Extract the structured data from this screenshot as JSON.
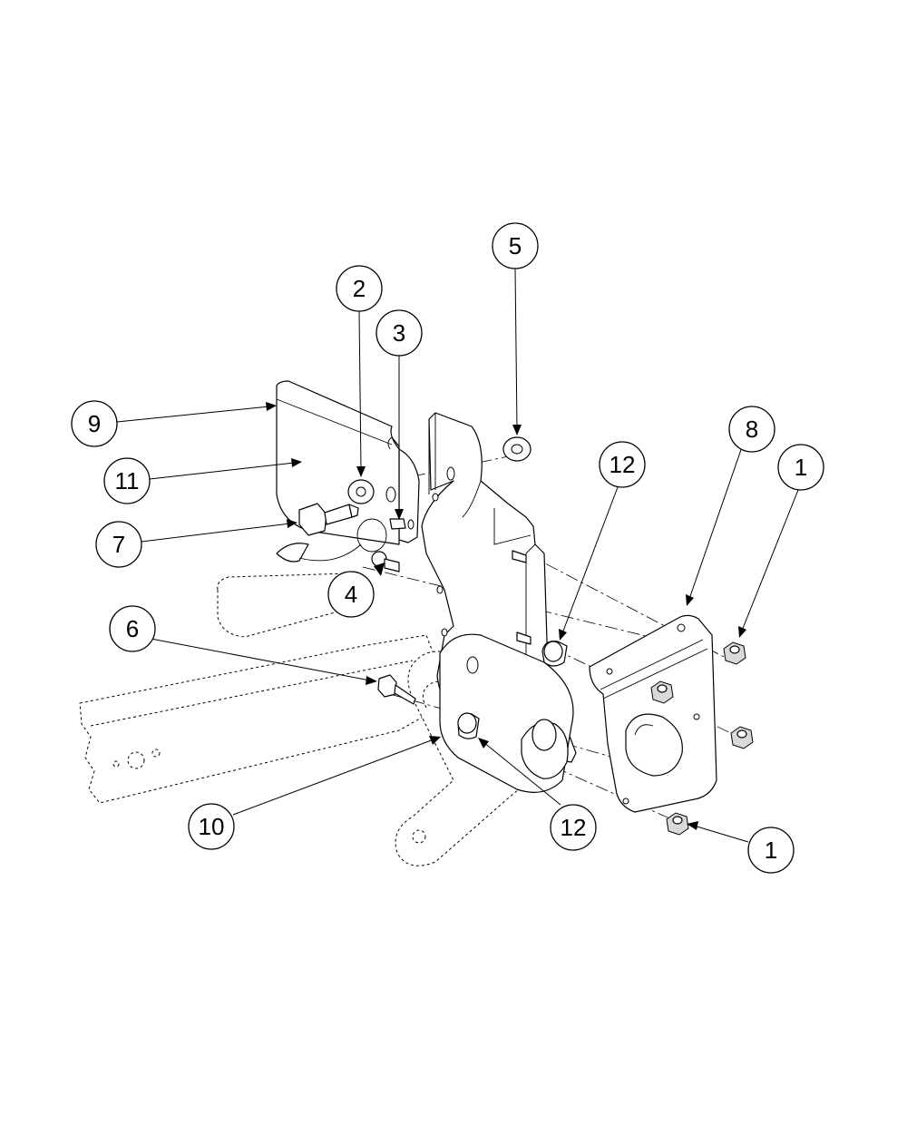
{
  "callouts": [
    {
      "id": "c1a",
      "label": "1"
    },
    {
      "id": "c1b",
      "label": "1"
    },
    {
      "id": "c2",
      "label": "2"
    },
    {
      "id": "c3",
      "label": "3"
    },
    {
      "id": "c4",
      "label": "4"
    },
    {
      "id": "c5",
      "label": "5"
    },
    {
      "id": "c6",
      "label": "6"
    },
    {
      "id": "c7",
      "label": "7"
    },
    {
      "id": "c8",
      "label": "8"
    },
    {
      "id": "c9",
      "label": "9"
    },
    {
      "id": "c10",
      "label": "10"
    },
    {
      "id": "c11",
      "label": "11"
    },
    {
      "id": "c12a",
      "label": "12"
    },
    {
      "id": "c12b",
      "label": "12"
    }
  ]
}
